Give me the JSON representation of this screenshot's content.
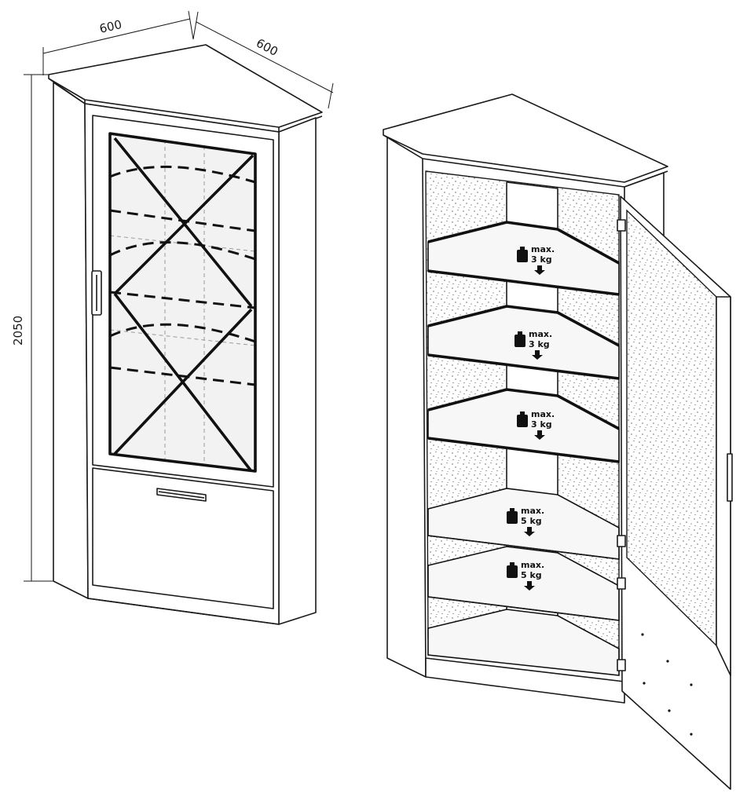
{
  "dimensions": {
    "width_left": "600",
    "width_right": "600",
    "height": "2050"
  },
  "shelf_loads": [
    {
      "max_label": "max.",
      "load": "3 kg"
    },
    {
      "max_label": "max.",
      "load": "3 kg"
    },
    {
      "max_label": "max.",
      "load": "3 kg"
    },
    {
      "max_label": "max.",
      "load": "5 kg"
    },
    {
      "max_label": "max.",
      "load": "5 kg"
    }
  ]
}
